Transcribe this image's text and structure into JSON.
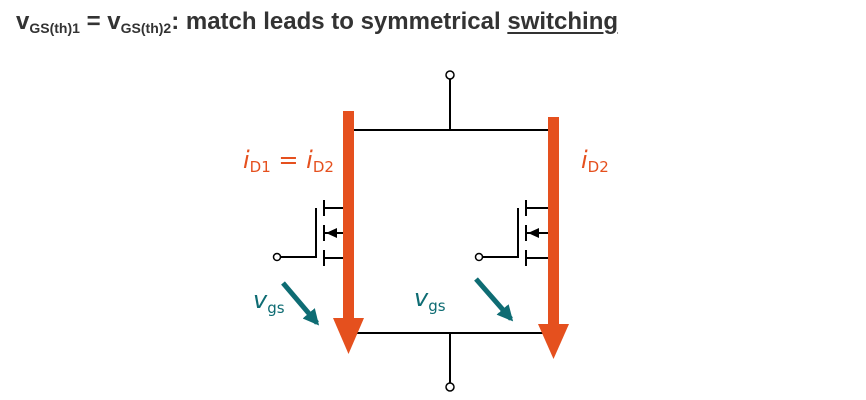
{
  "title": {
    "v1": "v",
    "v1_sub": "GS(th)1",
    "equals": " = ",
    "v2": "v",
    "v2_sub": "GS(th)2",
    "rest": ": match leads to symmetrical ",
    "underlined": "switching"
  },
  "labels": {
    "id1": {
      "var": "i",
      "sub": "D1"
    },
    "eq": " = ",
    "id2_left": {
      "var": "i",
      "sub": "D2"
    },
    "id2_right": {
      "var": "i",
      "sub": "D2"
    },
    "vgs_left": {
      "var": "v",
      "sub": "gs"
    },
    "vgs_right": {
      "var": "v",
      "sub": "gs"
    }
  },
  "colors": {
    "current_arrow": "#E5501E",
    "vgs_arrow": "#0E6C73",
    "wire": "#000000",
    "title_text": "#333333"
  }
}
